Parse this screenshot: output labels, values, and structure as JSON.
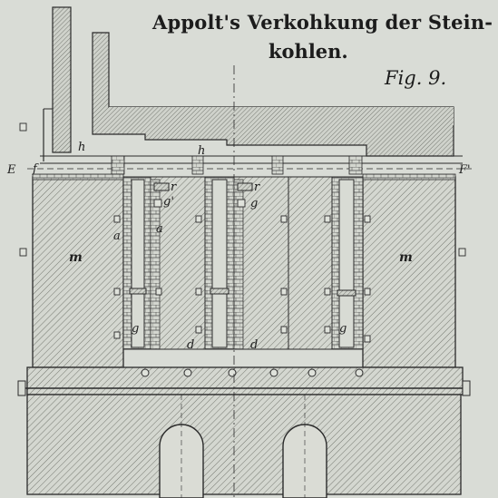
{
  "title": {
    "line1": "Appolt's Verkohkung der Stein-",
    "line2": "kohlen."
  },
  "figure_label": "Fig. 9.",
  "labels": {
    "E": "E",
    "F": "F",
    "f_left": "f",
    "f_right": "F'",
    "h_upper": "h",
    "h_flue": "h",
    "m_left": "m",
    "m_right": "m",
    "a_left": "a",
    "a_inner": "a",
    "r_1": "r",
    "r_2": "r",
    "g_1": "g'",
    "g_2": "g",
    "g_3": "g",
    "g_4": "g",
    "d_1": "d",
    "d_2": "d"
  },
  "colors": {
    "paper": "#d9dcd6",
    "ink": "#2a2a2a",
    "hatch": "#6b6e68"
  }
}
